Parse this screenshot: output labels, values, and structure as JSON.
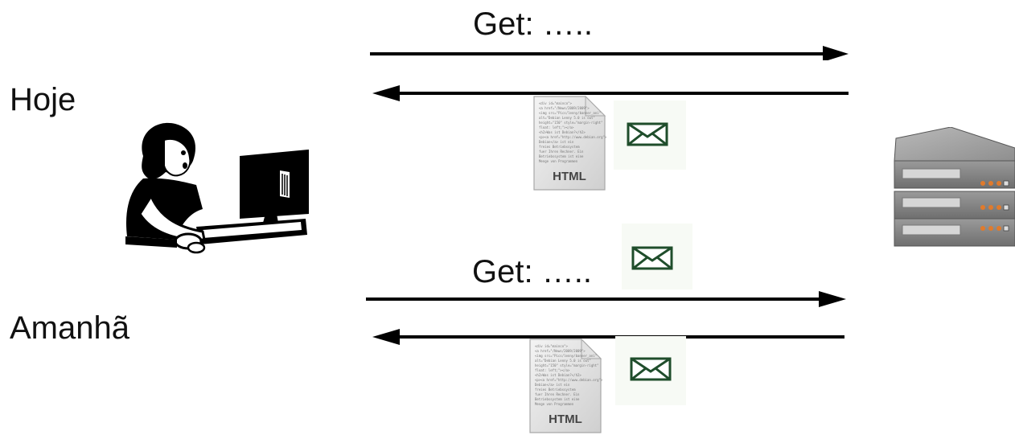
{
  "rows": {
    "today": {
      "label": "Hoje",
      "request_label": "Get: …..",
      "document_caption": "HTML"
    },
    "tomorrow": {
      "label": "Amanhã",
      "request_label": "Get: …..",
      "document_caption": "HTML"
    }
  },
  "icons": {
    "user": "person-at-computer-icon",
    "server": "server-rack-icon",
    "document": "html-document-icon",
    "message": "envelope-icon"
  },
  "colors": {
    "arrow": "#000000",
    "envelope_stroke": "#1f4d2b",
    "server_light": "#e07a2c"
  }
}
